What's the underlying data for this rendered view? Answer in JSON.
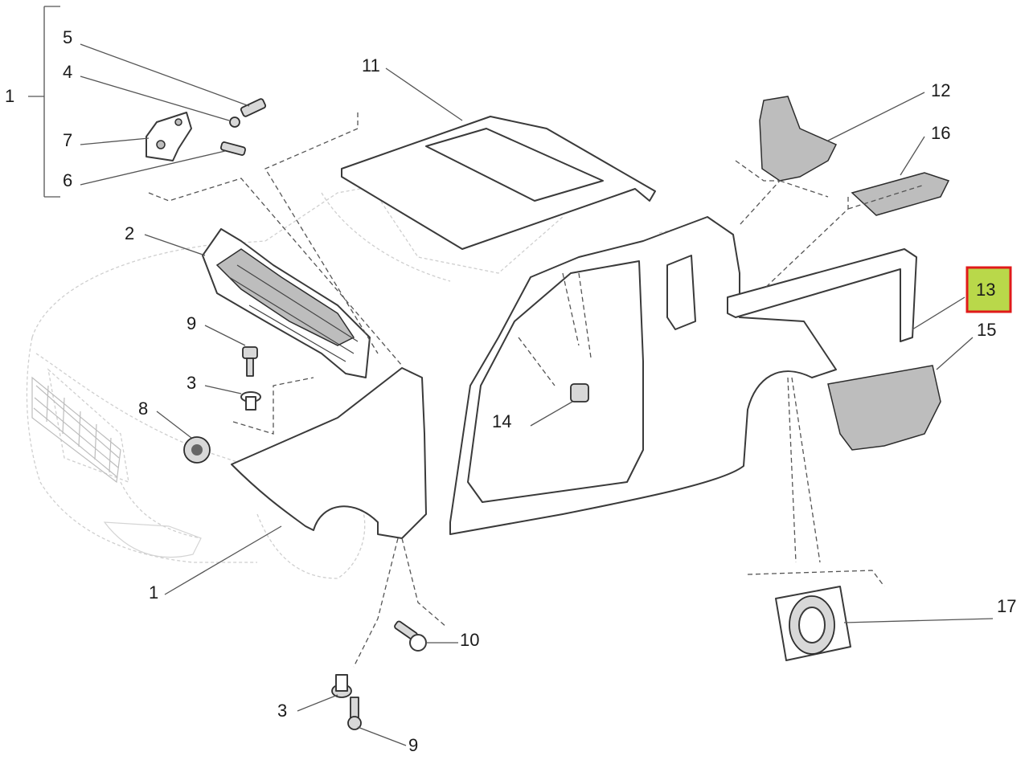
{
  "callouts": {
    "c1_top": "1",
    "c5": "5",
    "c4": "4",
    "c7": "7",
    "c6": "6",
    "c2": "2",
    "c9_mid": "9",
    "c3_mid": "3",
    "c8": "8",
    "c1_bottom": "1",
    "c11": "11",
    "c12": "12",
    "c16": "16",
    "c13": "13",
    "c15": "15",
    "c14": "14",
    "c10": "10",
    "c3_bottom": "3",
    "c9_bottom": "9",
    "c17": "17"
  },
  "highlight": {
    "label": "13",
    "fill": "#b9d84a",
    "border": "#e01a1a"
  }
}
